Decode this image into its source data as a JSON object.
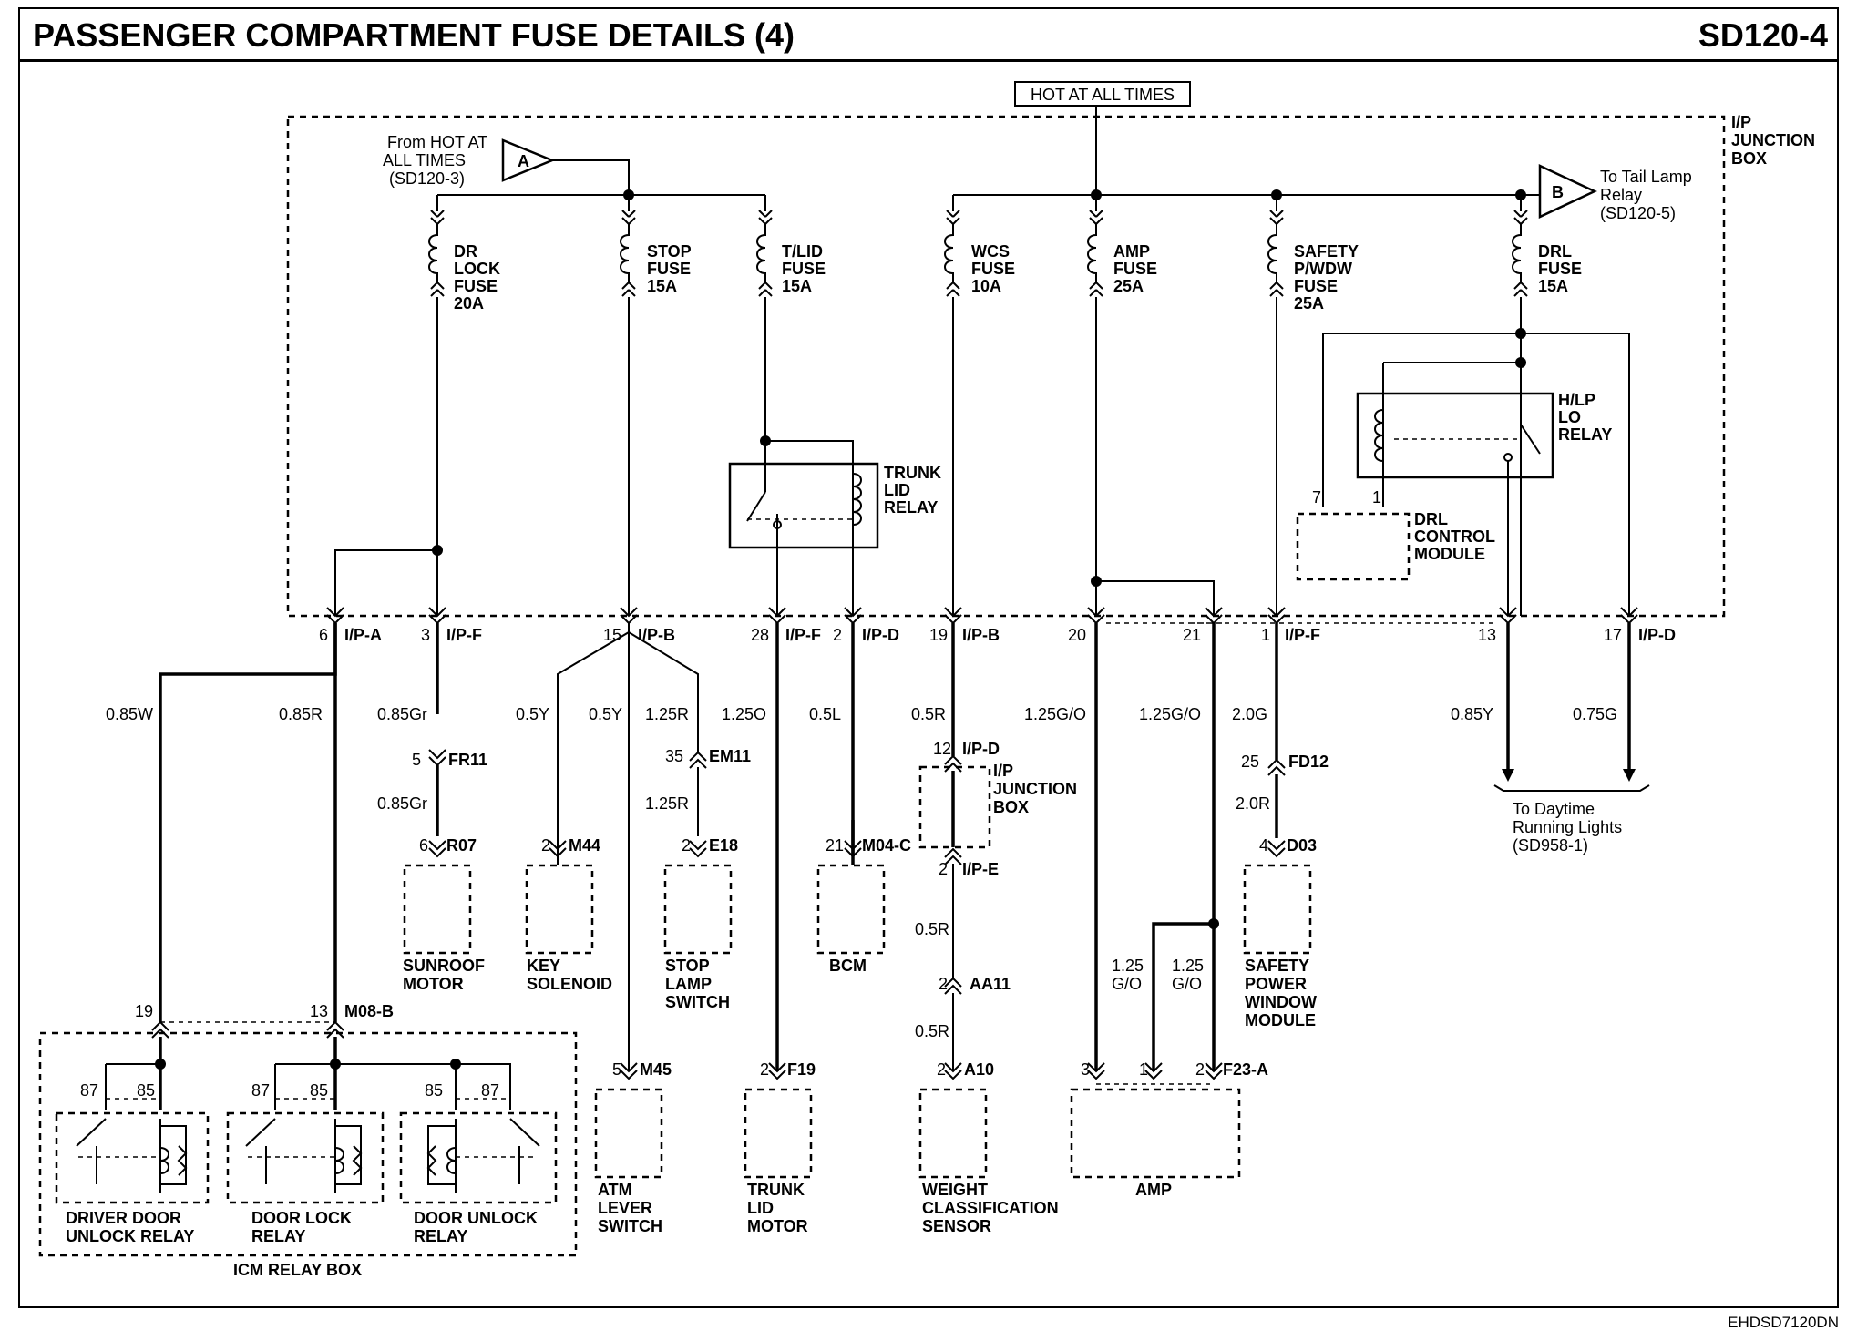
{
  "header": {
    "title": "PASSENGER COMPARTMENT FUSE DETAILS (4)",
    "page_code": "SD120-4"
  },
  "footer": {
    "code": "EHDSD7120DN"
  },
  "power": {
    "hot_label": "HOT AT ALL TIMES"
  },
  "junction_box": {
    "label": [
      "I/P",
      "JUNCTION",
      "BOX"
    ]
  },
  "refs": {
    "from_a": {
      "letter": "A",
      "text": [
        "From HOT AT",
        "ALL TIMES",
        "(SD120-3)"
      ]
    },
    "to_b": {
      "letter": "B",
      "text": [
        "To Tail Lamp",
        "Relay",
        "(SD120-5)"
      ]
    },
    "drl_out": [
      "To Daytime",
      "Running Lights",
      "(SD958-1)"
    ]
  },
  "fuses": [
    {
      "label": [
        "DR",
        "LOCK",
        "FUSE",
        "20A"
      ]
    },
    {
      "label": [
        "STOP",
        "FUSE",
        "15A"
      ]
    },
    {
      "label": [
        "T/LID",
        "FUSE",
        "15A"
      ]
    },
    {
      "label": [
        "WCS",
        "FUSE",
        "10A"
      ]
    },
    {
      "label": [
        "AMP",
        "FUSE",
        "25A"
      ]
    },
    {
      "label": [
        "SAFETY",
        "P/WDW",
        "FUSE",
        "25A"
      ]
    },
    {
      "label": [
        "DRL",
        "FUSE",
        "15A"
      ]
    }
  ],
  "relays": {
    "trunk_lid": [
      "TRUNK",
      "LID",
      "RELAY"
    ],
    "hlp_lo": [
      "H/LP",
      "LO",
      "RELAY"
    ],
    "drl_module": [
      "DRL",
      "CONTROL",
      "MODULE"
    ],
    "drl_pins": [
      "7",
      "1"
    ]
  },
  "jb_pins": [
    {
      "pin": "6",
      "conn": "I/P-A"
    },
    {
      "pin": "3",
      "conn": "I/P-F"
    },
    {
      "pin": "15",
      "conn": "I/P-B"
    },
    {
      "pin": "28",
      "conn": "I/P-F"
    },
    {
      "pin": "2",
      "conn": "I/P-D"
    },
    {
      "pin": "19",
      "conn": "I/P-B"
    },
    {
      "pin": "20",
      "conn": ""
    },
    {
      "pin": "21",
      "conn": ""
    },
    {
      "pin": "1",
      "conn": "I/P-F"
    },
    {
      "pin": "13",
      "conn": ""
    },
    {
      "pin": "17",
      "conn": "I/P-D"
    }
  ],
  "wires": [
    {
      "label": "0.85W"
    },
    {
      "label": "0.85R"
    },
    {
      "label": "0.85Gr"
    },
    {
      "label": "0.5Y"
    },
    {
      "label": "0.5Y"
    },
    {
      "label": "1.25R"
    },
    {
      "label": "1.25O"
    },
    {
      "label": "0.5L"
    },
    {
      "label": "0.5R"
    },
    {
      "label": "1.25G/O"
    },
    {
      "label": "1.25G/O"
    },
    {
      "label": "2.0G"
    },
    {
      "label": "0.85Y"
    },
    {
      "label": "0.75G"
    }
  ],
  "wires_lower": [
    {
      "label": "0.85Gr"
    },
    {
      "label": "1.25R"
    },
    {
      "label": "0.5R"
    },
    {
      "label": "0.5R"
    },
    {
      "label": "2.0R"
    }
  ],
  "amp_wires": [
    [
      "1.25",
      "G/O"
    ],
    [
      "1.25",
      "G/O"
    ]
  ],
  "inline_connectors": [
    {
      "pin": "5",
      "conn": "FR11"
    },
    {
      "pin": "35",
      "conn": "EM11"
    },
    {
      "pin": "12",
      "conn": "I/P-D"
    },
    {
      "pin": "2",
      "conn": "I/P-E"
    },
    {
      "pin": "2",
      "conn": "AA11"
    },
    {
      "pin": "25",
      "conn": "FD12"
    }
  ],
  "inline_box": [
    "I/P",
    "JUNCTION",
    "BOX"
  ],
  "components": [
    {
      "pin": "6",
      "conn": "R07",
      "name": [
        "SUNROOF",
        "MOTOR"
      ]
    },
    {
      "pin": "2",
      "conn": "M44",
      "name": [
        "KEY",
        "SOLENOID"
      ]
    },
    {
      "pin": "2",
      "conn": "E18",
      "name": [
        "STOP",
        "LAMP",
        "SWITCH"
      ]
    },
    {
      "pin": "21",
      "conn": "M04-C",
      "name": [
        "BCM"
      ]
    },
    {
      "pin": "4",
      "conn": "D03",
      "name": [
        "SAFETY",
        "POWER",
        "WINDOW",
        "MODULE"
      ]
    },
    {
      "pin": "5",
      "conn": "M45",
      "name": [
        "ATM",
        "LEVER",
        "SWITCH"
      ]
    },
    {
      "pin": "2",
      "conn": "F19",
      "name": [
        "TRUNK",
        "LID",
        "MOTOR"
      ]
    },
    {
      "pin": "2",
      "conn": "A10",
      "name": [
        "WEIGHT",
        "CLASSIFICATION",
        "SENSOR"
      ]
    }
  ],
  "amp": {
    "name": "AMP",
    "pins": [
      "3",
      "1",
      "2"
    ],
    "conn": "F23-A"
  },
  "icm": {
    "box_label": "ICM RELAY BOX",
    "conn": "M08-B",
    "pins": [
      "19",
      "13"
    ],
    "relays": [
      {
        "pins": [
          "87",
          "85"
        ],
        "name": [
          "DRIVER DOOR",
          "UNLOCK RELAY"
        ]
      },
      {
        "pins": [
          "87",
          "85"
        ],
        "name": [
          "DOOR LOCK",
          "RELAY"
        ]
      },
      {
        "pins": [
          "85",
          "87"
        ],
        "name": [
          "DOOR UNLOCK",
          "RELAY"
        ]
      }
    ]
  }
}
